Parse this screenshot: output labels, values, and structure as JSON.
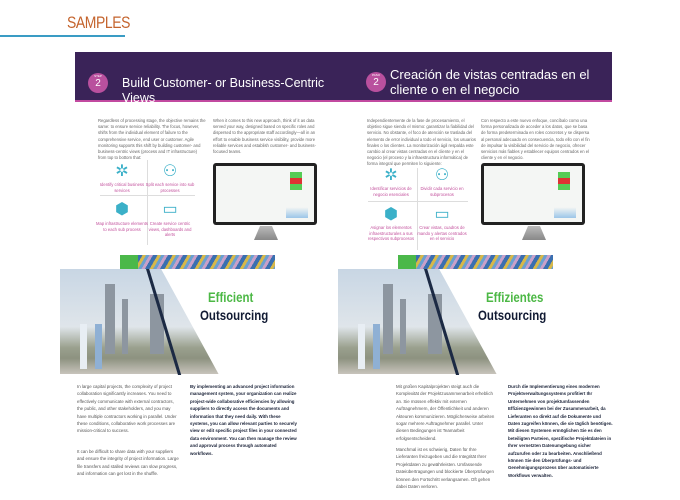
{
  "header": {
    "title": "SAMPLES"
  },
  "colors": {
    "accent": "#c4632c",
    "banner": "#3a2358",
    "step": "#b9509e",
    "green": "#4cb845",
    "navy": "#111a33"
  },
  "page_en_top": {
    "step_label": "STEP",
    "step_number": "2",
    "title": "Build Customer- or Business-Centric Views",
    "col1": "Regardless of processing stage, the objective remains the same: to ensure service reliability. The focus, however, shifts from the individual element of failure to the comprehensive service, end user or customer. Agile monitoring supports this shift by building customer- and business-centric views (process and IT infrastructure) from top to bottom that:",
    "col2": "When it comes to this new approach, think of it as data served your way, designed based on specific roles and dispersed to the appropriate staff accordingly—all in an effort to enable business service visibility, provide more reliable services and establish customer- and business-focused teams.",
    "icons": [
      {
        "icon": "search-network-icon",
        "label": "Identify critical business services"
      },
      {
        "icon": "process-split-icon",
        "label": "Split each service into sub processes"
      },
      {
        "icon": "infrastructure-map-icon",
        "label": "Map infrastructure elements to each sub process"
      },
      {
        "icon": "dashboard-icon",
        "label": "Create service centric views, dashboards and alerts"
      }
    ]
  },
  "page_es_top": {
    "step_label": "PASO",
    "step_number": "2",
    "title": "Creación de vistas centradas en el cliente o en el negocio",
    "col1": "Independientemente de la fase de procesamiento, el objetivo sigue siendo el mismo: garantizar la fiabilidad del servicio. No obstante, el foco de atención se traslada del elemento de error individual a todo el servicio, los usuarios finales o los clientes. La monitorización ágil respalda este cambio al crear vistas centradas en el cliente y en el negocio (el proceso y la infraestructura informática) de forma integral que permiten lo siguiente:",
    "col2": "Con respecto a este nuevo enfoque, concíbalo como una forma personalizada de acceder a los datos, que se basa de forma predeterminada en roles concretos y se dispersa al personal adecuado en consecuencia, todo ello con el fin de impulsar la visibilidad del servicio de negocio, ofrecer servicios más fiables y establecer equipos centrados en el cliente y en el negocio.",
    "icons": [
      {
        "icon": "search-network-icon",
        "label": "Identificar servicios de negocio esenciales"
      },
      {
        "icon": "process-split-icon",
        "label": "Dividir cada servicio en subprocesos"
      },
      {
        "icon": "infrastructure-map-icon",
        "label": "Asignar los elementos infraestructurales a sus respectivos subprocesos"
      },
      {
        "icon": "dashboard-icon",
        "label": "Crear vistas, cuadros de mando y alertas centrados en el servicio"
      }
    ]
  },
  "page_en_bottom": {
    "title_line1": "Efficient",
    "title_line2": "Outsourcing",
    "col1_p1": "In large capital projects, the complexity of project collaboration significantly increases. You need to effectively communicate with external contractors, the public, and other stakeholders, and you may have multiple contractors working in parallel. Under these conditions, collaborative work processes are mission-critical to success.",
    "col1_p2": "It can be difficult to share data with your suppliers and ensure the integrity of project information. Large file transfers and stalled reviews can slow progress, and information can get lost in the shuffle.",
    "col2": "By implementing an advanced project information management system, your organization can realize project-wide collaborative efficiencies by allowing suppliers to directly access the documents and information that they need daily. With these systems, you can allow relevant parties to securely view or edit specific project files in your connected data environment. You can then manage the review and approval process through automated workflows."
  },
  "page_de_bottom": {
    "title_line1": "Effizientes",
    "title_line2": "Outsourcing",
    "col1_p1": "Mit großen Kapitalprojekten steigt auch die Komplexität der Projektzusammenarbeit erheblich an. Sie müssen effektiv mit externen Auftragnehmern, der Öffentlichkeit und anderen Akteuren kommunizieren. Möglicherweise arbeiten sogar mehrere Auftragnehmer parallel. Unter diesen Bedingungen ist Teamarbeit erfolgsentscheidend.",
    "col1_p2": "Manchmal ist es schwierig, Daten für Ihre Lieferanten freizugeben und die Integrität Ihrer Projektdaten zu gewährleisten. Umfassende Dateiübertragungen und blockierte Überprüfungen können den Fortschritt verlangsamen. Oft gehen dabei Daten verloren.",
    "col2": "Durch die Implementierung eines modernen Projektverwaltungssystems profitiert Ihr Unternehmen von projektumfassenden Effizienzgewinnen bei der Zusammenarbeit, da Lieferanten so direkt auf die Dokumente und Daten zugreifen können, die sie täglich benötigen. Mit diesen Systemen ermöglichen Sie es den beteiligten Parteien, spezifische Projektdateien in Ihrer vernetzten Datenumgebung sicher aufzurufen oder zu bearbeiten. Anschließend können Sie den Überprüfungs- und Genehmigungsprozess über automatisierte Workflows verwalten."
  }
}
